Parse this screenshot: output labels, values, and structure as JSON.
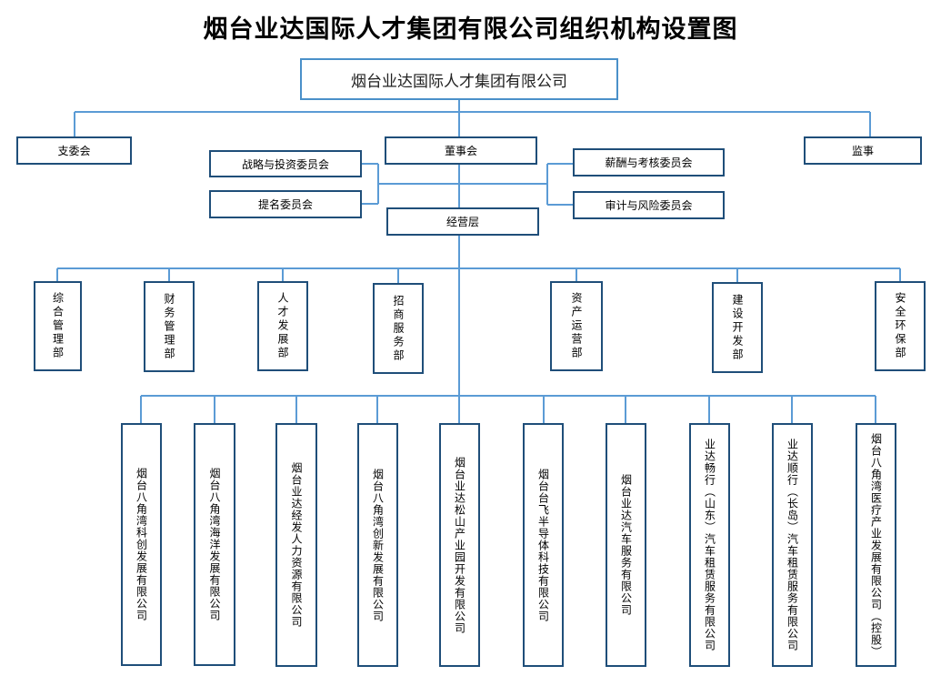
{
  "title": "烟台业达国际人才集团有限公司组织机构设置图",
  "root": "烟台业达国际人才集团有限公司",
  "top_units": {
    "branch_committee": "支委会",
    "board": "董事会",
    "supervisor": "监事"
  },
  "committees": {
    "strategy": "战略与投资委员会",
    "nomination": "提名委员会",
    "compensation": "薪酬与考核委员会",
    "audit": "审计与风险委员会"
  },
  "management": "经营层",
  "departments": [
    "综合管理部",
    "财务管理部",
    "人才发展部",
    "招商服务部",
    "资产运营部",
    "建设开发部",
    "安全环保部"
  ],
  "subsidiaries": [
    "烟台八角湾科创发展有限公司",
    "烟台八角湾海洋发展有限公司",
    "烟台业达经发人力资源有限公司",
    "烟台八角湾创新发展有限公司",
    "烟台业达松山产业园开发有限公司",
    "烟台台飞半导体科技有限公司",
    "烟台业达汽车服务有限公司",
    "业达畅行（山东）汽车租赁服务有限公司",
    "业达顺行（长岛）汽车租赁服务有限公司",
    "烟台八角湾医疗产业发展有限公司（控股）"
  ],
  "colors": {
    "line": "#5b9bd5",
    "border": "#1f4e79",
    "root_border": "#4a90c9"
  }
}
